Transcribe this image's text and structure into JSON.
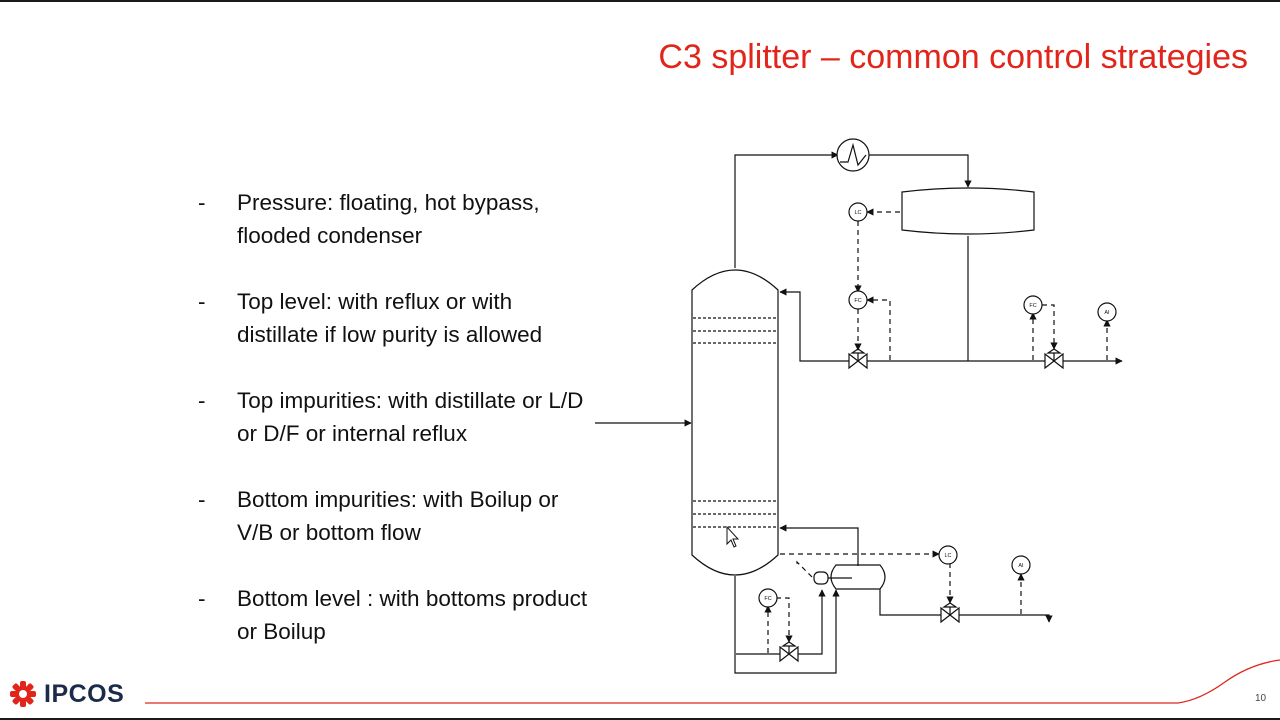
{
  "slide": {
    "title": "C3 splitter – common control strategies",
    "page_number": "10"
  },
  "bullets": [
    {
      "dash": "-",
      "lines": [
        "Pressure: floating, hot bypass,",
        "flooded condenser"
      ]
    },
    {
      "dash": "-",
      "lines": [
        "Top level: with reflux or with",
        "distillate if low purity is allowed"
      ]
    },
    {
      "dash": "-",
      "lines": [
        "Top impurities: with distillate or L/D",
        "or D/F or internal reflux"
      ]
    },
    {
      "dash": "-",
      "lines": [
        "Bottom impurities: with Boilup or",
        "V/B or bottom flow"
      ]
    },
    {
      "dash": "-",
      "lines": [
        "Bottom level : with bottoms product",
        "or Boilup"
      ]
    }
  ],
  "diagram": {
    "instruments": {
      "lc_top": "LC",
      "fc_reflux": "FC",
      "fc_distillate": "FC",
      "ai_top": "AI",
      "lc_bottom": "LC",
      "ai_bottom": "AI",
      "fc_boilup": "FC"
    }
  },
  "brand": {
    "name": "IPCOS",
    "icon": "ipcos-gear-logo-icon",
    "accent_color": "#e1251b",
    "text_color": "#1c2b4a"
  }
}
